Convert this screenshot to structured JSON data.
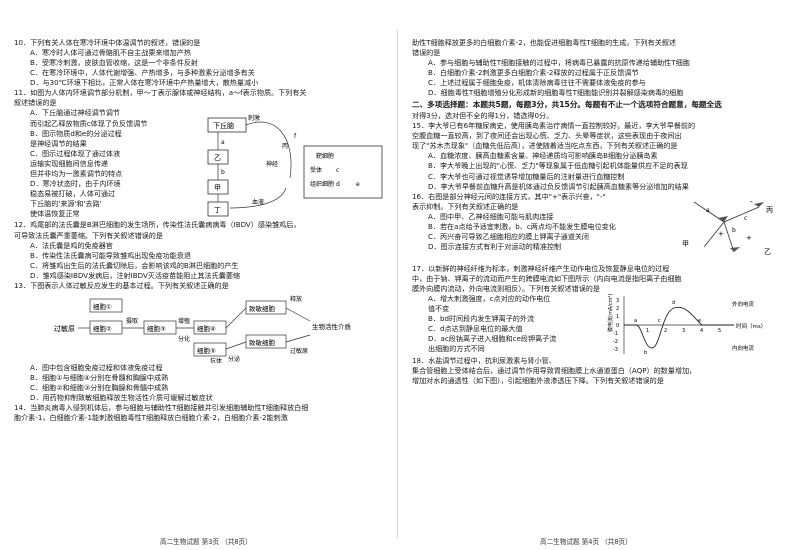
{
  "left": {
    "q10": {
      "stem": "10．下列有关人体在寒冷环境中体温调节的叙述，错误的是",
      "options": [
        "A．寒冷时人体可通过骨骼肌不自主战栗来增加产热",
        "B．受寒冷刺激，皮肤血管收缩，这是一个非条件反射",
        "C．在寒冷环境中，人体代谢增强、产热增多，与多种激素分泌增多有关",
        "D．与30℃环境下相比，正常人体在寒冷环境中产热量增大，散热量减小"
      ]
    },
    "q11": {
      "stem_lines": [
        "11．如图为人体内环境调节部分机制，甲～丁表示腺体或神经结构，a～f表示物质。下列有关",
        "    叙述错误的是"
      ],
      "options": [
        [
          "A．下丘脑通过神经调节调节",
          "    而引起乙释放物质c体现了负反馈调节"
        ],
        [
          "B．图示物质d和e的分泌过程",
          "    是神经调节的结果"
        ],
        [
          "C．图示过程体现了通过体液",
          "    运输实现细胞间信息传递",
          "    但并非均为一激素调节的特点"
        ],
        [
          "D．寒冷状态时，由于内环境",
          "    稳态易被打破，人体可通过",
          "    下丘脑的'来源'和'去路'",
          "    使体温恢复正常"
        ]
      ],
      "figure": {
        "labels": [
          "下丘脑",
          "乙",
          "甲",
          "丁",
          "丙",
          "a",
          "b",
          "c",
          "d",
          "e",
          "f",
          "刺激",
          "神经",
          "神经末梢",
          "组织细胞",
          "受体",
          "靶细胞",
          "血液",
          "中枢"
        ]
      }
    },
    "q12": {
      "stem_lines": [
        "12．鸡尾部的法氏囊是B淋巴细胞的发生场所，传染性法氏囊病病毒（IBDV）感染雏鸡后，",
        "    可导致法氏囊严重萎缩。下列有关叙述错误的是"
      ],
      "options": [
        "A．法氏囊是鸡的免疫器官",
        "B．传染性法氏囊病可能导致雏鸡出现免疫功能衰退",
        "C．将雏鸡出生后的法氏囊切除后，会影响该鸡的B淋巴细胞的产生",
        "D．雏鸡感染IBDV发病后，注射IBDV灭活疫苗能阻止其法氏囊萎缩"
      ]
    },
    "q13": {
      "stem": "13．下图表示人体过敏反应发生的基本过程。下列有关叙述正确的是",
      "figure": {
        "boxes": [
          "细胞①",
          "细胞②",
          "细胞③",
          "细胞④",
          "细胞⑤",
          "致敏细胞",
          "致敏细胞"
        ],
        "labels": [
          "过敏原",
          "摄取",
          "分泌",
          "增殖",
          "分化",
          "释放",
          "生物活性介质",
          "抗体",
          "分泌",
          "过敏原",
          "产生"
        ]
      },
      "options": [
        "A．图中包含细胞免疫过程和体液免疫过程",
        "B．细胞①与细胞④分别在骨髓和胸腺中成熟",
        "C．细胞②和细胞③分别在胸腺和骨髓中成熟",
        "D．用药物抑制致敏细胞释放生物活性介质可缓解过敏症状"
      ]
    },
    "q14": {
      "lines": [
        "14．当肺炎病毒入侵到机体后，参与细胞与辅助性T细胞接触并引发细胞辅助性T细胞释放白细",
        "    胞介素-1，白细胞介素-1能刺激细胞毒性T细胞释放白细胞介素-2，白细胞介素-2能刺激"
      ]
    },
    "footer": "高二生物试题   第3页   （共8页）"
  },
  "right": {
    "q14_cont": {
      "lines": [
        "助性T细胞释放更多的白细胞介素-2，也能促进细胞毒性T细胞的生成。下列有关叙述",
        "错误的是"
      ],
      "options": [
        "A．参与细胞与辅助性T细胞接触的过程中，将病毒已暴露的抗原传递给辅助性T细胞",
        "B．白细胞介素-2刺激更多白细胞介素-2释放的过程属于正反馈调节",
        "C．上述过程属于细胞免疫，机体清除病毒往往不需要体液免疫的参与",
        "D．细胞毒性T细胞增殖分化形成新的细胞毒性T细胞能识别并裂解感染病毒的细胞"
      ]
    },
    "section2": "二、多项选择题：本题共5题，每题3分，共15分。每题有不止一个选项符合题意，每题全选",
    "section2_line2": "    对得3分，选对但不全的得1分，错选得0分。",
    "q15": {
      "lines": [
        "15．李大爷已有6年糖尿病史，使用胰岛素治疗病情一直控制较好。最近，李大爷早餐前的",
        "    空腹血糖一直较高，到了夜间还会出现心慌、乏力、头晕等症状，这些表现由于夜间出",
        "    现了\"苏木杰现象\"（血糖先低后高），进使随着适当吃点东西，下列有关叙述正确的是"
      ],
      "options": [
        "A．血糖浓度、胰高血糖素含量、神经递质均可影响胰岛B细胞分泌胰岛素",
        "B．李大爷晚上出现的\"心慌、乏力\"等现象属于低血糖引起机体能量供应不足的表现",
        "C．李大爷也可通过视觉诱导增加糖量后的注射量进行血糖控制",
        "D．李大爷早餐前血糖升高是机体通过负反馈调节引起胰高血糖素等分泌增加的结果"
      ]
    },
    "q16": {
      "lines": [
        "16．右图是部分神经元间的连接方式，其中\"+\"表示兴奋，\"-\"",
        "    表示抑制。下列有关叙述正确的是"
      ],
      "options": [
        "A．图中甲、乙神经细胞可能与肌肉连接",
        "B．若在a点给予适宜刺激，b、c两点均不能发生膜电位变化",
        "C．丙兴奋可导致乙细胞相应的膜上钾离子通道关闭",
        "D．图示连接方式有利于对运动的精准控制"
      ],
      "figure_labels": [
        "甲",
        "乙",
        "丙",
        "a",
        "b",
        "c",
        "+",
        "+",
        "-"
      ]
    },
    "q17": {
      "lines": [
        "17．以新鲜的神经纤维为标本，刺激神经纤维产生动作电位及恢复静息电位的过程",
        "    中，由于钠、钾离子的流动而产生的跨膜电流如下图所示（内向电流是指阳离子由细胞",
        "    膜外向膜内流动，外向电流则相反）。下列有关叙述错误的是"
      ],
      "options": [
        [
          "A．增大刺激强度，c点对应的动作电位",
          "    值不变"
        ],
        [
          "B．bd时间段内发生钾离子的外流"
        ],
        [
          "C．d点达到静息电位的最大值"
        ],
        [
          "D．ac段钠离子进入细胞和ce段钾离子流",
          "    出细胞的方式不同"
        ]
      ],
      "chart": {
        "ylabel": "膜电流(mA/cm²)",
        "yticks": [
          "3",
          "2",
          "1",
          "0",
          "-1",
          "-2",
          "-3"
        ],
        "xticks": [
          "1",
          "2",
          "3",
          "4",
          "5"
        ],
        "xlabel": "时间（ms）",
        "points": [
          "a",
          "b",
          "c",
          "d",
          "e"
        ],
        "label_out": "外向电流",
        "label_in": "内向电流"
      }
    },
    "q18": {
      "lines": [
        "18．水盐调节过程中，抗利尿激素与肾小管、",
        "    集合管细胞上受体结合后，通过调节作用导致胃细胞膜上水通道蛋白（AQP）的数量增加，",
        "    增加对水的通透性（如下图），引起细胞外液渗透压下降。下列有关叙述错误的是"
      ]
    },
    "footer": "高二生物试题   第4页   （共8页）"
  }
}
